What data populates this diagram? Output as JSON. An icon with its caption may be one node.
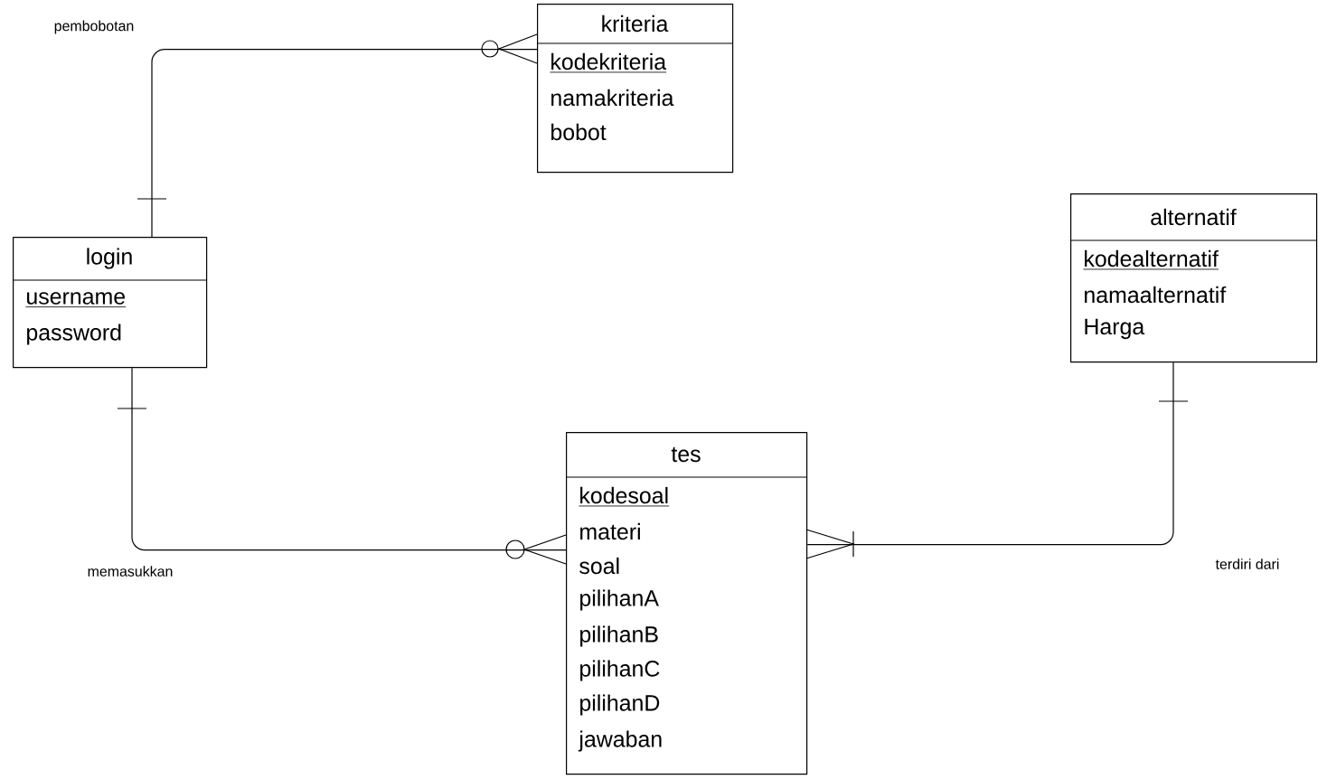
{
  "diagram": {
    "nodes": [
      {
        "text": [
          "kriteria",
          "kodekriteria",
          "namakriteria",
          "bobot"
        ]
      },
      {
        "text": [
          "login",
          "username",
          "password"
        ]
      },
      {
        "text": [
          "alternatif",
          "kodealternatif",
          "namaalternatif",
          "Harga"
        ]
      },
      {
        "text": [
          "tes",
          "kodesoal",
          "materi",
          "soal",
          "pilihanA",
          "pilihanB",
          "pilihanC",
          "pilihanD",
          "jawaban"
        ]
      }
    ],
    "edges": [
      {
        "from": 1,
        "to": 0,
        "arrow": "other",
        "label": "pembobotan"
      },
      {
        "from": 1,
        "to": 3,
        "arrow": "other",
        "label": "memasukkan"
      },
      {
        "from": 2,
        "to": 3,
        "arrow": "other",
        "label": "terdiri dari"
      }
    ]
  }
}
